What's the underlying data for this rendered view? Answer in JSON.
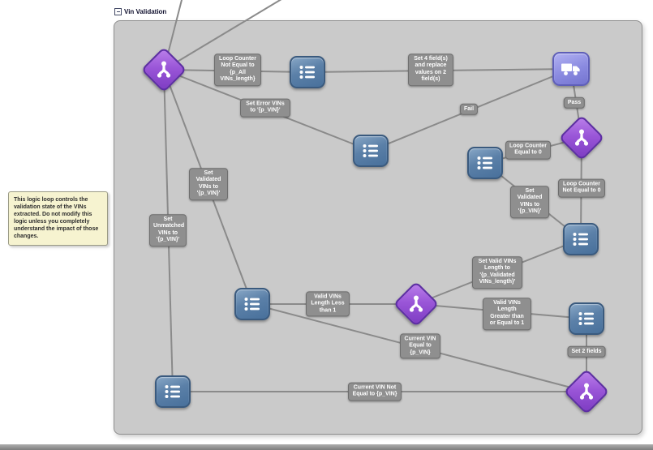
{
  "group": {
    "title": "Vin Validation"
  },
  "note": {
    "text": "This logic loop controls the validation state of the VINs extracted.  Do not modify this logic unless you completely understand the impact of those changes."
  },
  "nodes": [
    {
      "id": "loop-decision",
      "type": "decision",
      "icon": "branch-icon"
    },
    {
      "id": "set-4-fields",
      "type": "assign",
      "icon": "list-icon"
    },
    {
      "id": "truck-activity",
      "type": "activity",
      "icon": "truck-icon"
    },
    {
      "id": "set-error-vins",
      "type": "assign",
      "icon": "list-icon"
    },
    {
      "id": "loop-counter-zero-decision",
      "type": "decision",
      "icon": "branch-icon"
    },
    {
      "id": "set-validated-vins-1",
      "type": "assign",
      "icon": "list-icon"
    },
    {
      "id": "set-valid-vins-length",
      "type": "assign",
      "icon": "list-icon"
    },
    {
      "id": "set-validated-vins-2",
      "type": "assign",
      "icon": "list-icon"
    },
    {
      "id": "valid-length-decision",
      "type": "decision",
      "icon": "branch-icon"
    },
    {
      "id": "set-2-fields",
      "type": "assign",
      "icon": "list-icon"
    },
    {
      "id": "set-unmatched-vins",
      "type": "assign",
      "icon": "list-icon"
    },
    {
      "id": "current-vin-decision",
      "type": "decision",
      "icon": "branch-icon"
    }
  ],
  "edges": [
    {
      "from": "loop-decision",
      "to": "set-4-fields",
      "label": "Loop Counter Not Equal to {p_All VINs_length}"
    },
    {
      "from": "set-4-fields",
      "to": "truck-activity",
      "label": "Set 4 field(s) and replace values on 2 field(s)"
    },
    {
      "from": "truck-activity",
      "to": "loop-counter-zero-decision",
      "label": "Pass"
    },
    {
      "from": "truck-activity",
      "to": "set-error-vins",
      "label": "Fail"
    },
    {
      "from": "loop-decision",
      "to": "set-error-vins",
      "label": "Set Error VINs to '{p_VIN}'"
    },
    {
      "from": "loop-counter-zero-decision",
      "to": "set-validated-vins-1",
      "label": "Loop Counter Equal to 0"
    },
    {
      "from": "loop-counter-zero-decision",
      "to": "set-valid-vins-length",
      "label": "Loop Counter Not Equal to 0"
    },
    {
      "from": "set-validated-vins-1",
      "to": "set-valid-vins-length",
      "label": "Set Validated VINs to '{p_VIN}'"
    },
    {
      "from": "set-valid-vins-length",
      "to": "valid-length-decision",
      "label": "Set Valid VINs Length to '{p_Validated VINs_length}'"
    },
    {
      "from": "valid-length-decision",
      "to": "set-validated-vins-2",
      "label": "Valid VINs Length Less than 1"
    },
    {
      "from": "valid-length-decision",
      "to": "set-2-fields",
      "label": "Valid VINs Length Greater than or Equal to 1"
    },
    {
      "from": "set-2-fields",
      "to": "current-vin-decision",
      "label": "Set 2 fields"
    },
    {
      "from": "current-vin-decision",
      "to": "set-unmatched-vins",
      "label": "Current VIN Not Equal to {p_VIN}"
    },
    {
      "from": "current-vin-decision",
      "to": "set-validated-vins-2",
      "label": "Current VIN Equal to {p_VIN}"
    },
    {
      "from": "set-validated-vins-2",
      "to": "loop-decision",
      "label": "Set Validated VINs to '{p_VIN}'"
    },
    {
      "from": "set-unmatched-vins",
      "to": "loop-decision",
      "label": "Set Unmatched VINs to '{p_VIN}'"
    },
    {
      "from": "loop-decision",
      "to": "offscreen-top-1",
      "label": ""
    },
    {
      "from": "loop-decision",
      "to": "offscreen-top-2",
      "label": ""
    }
  ],
  "icons": {
    "decision": "branch-icon",
    "assign": "list-icon",
    "activity": "truck-icon",
    "group_collapse": "collapse-minus-icon"
  },
  "colors": {
    "decision_fill": "#9a56d8",
    "decision_border": "#5c2ea2",
    "assign_fill": "#5b80a8",
    "assign_border": "#3a5a7e",
    "activity_fill": "#8a8ae0",
    "activity_border": "#5e5eb8",
    "edge": "#8a8a8a",
    "label_bg": "#8f8f8f",
    "group_bg": "#cacaca",
    "note_bg": "#f6f3d0"
  }
}
